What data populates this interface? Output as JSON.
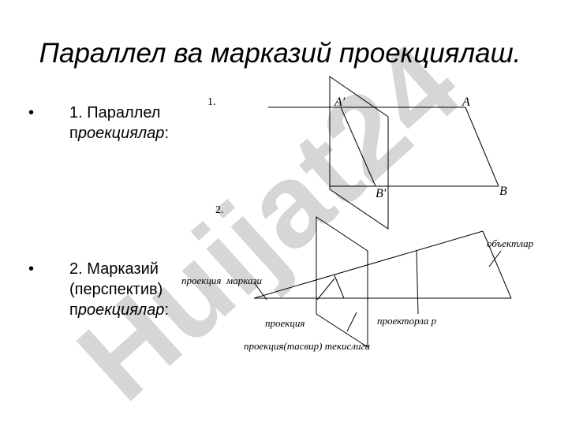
{
  "title": "Параллел ва марказий проекциялаш.",
  "bullets": [
    {
      "marker": "•",
      "line1": "1. Параллел",
      "line2_a": "п",
      "line2_b": "роекциялар",
      "line2_c": ":"
    },
    {
      "marker": "•",
      "line1": "2. Марказий",
      "line2": "(перспектив)",
      "line3_a": "п",
      "line3_b": "роекциялар",
      "line3_c": ":"
    }
  ],
  "figure": {
    "num1": "1.",
    "num2": "2.",
    "label_A_prime": "A'",
    "label_A": "A",
    "label_B_prime": "B'",
    "label_B": "B",
    "label_objects": "объектлар",
    "label_projection_center": "проекция  маркази",
    "label_projection": "проекция",
    "label_projectors": "проекторла р",
    "label_projection_plane": "проекция(тасвир) текислиги"
  },
  "watermark": {
    "text": "Huijat24",
    "color_light": "#c8c8c8",
    "color_purple": "#c9b3ff"
  }
}
